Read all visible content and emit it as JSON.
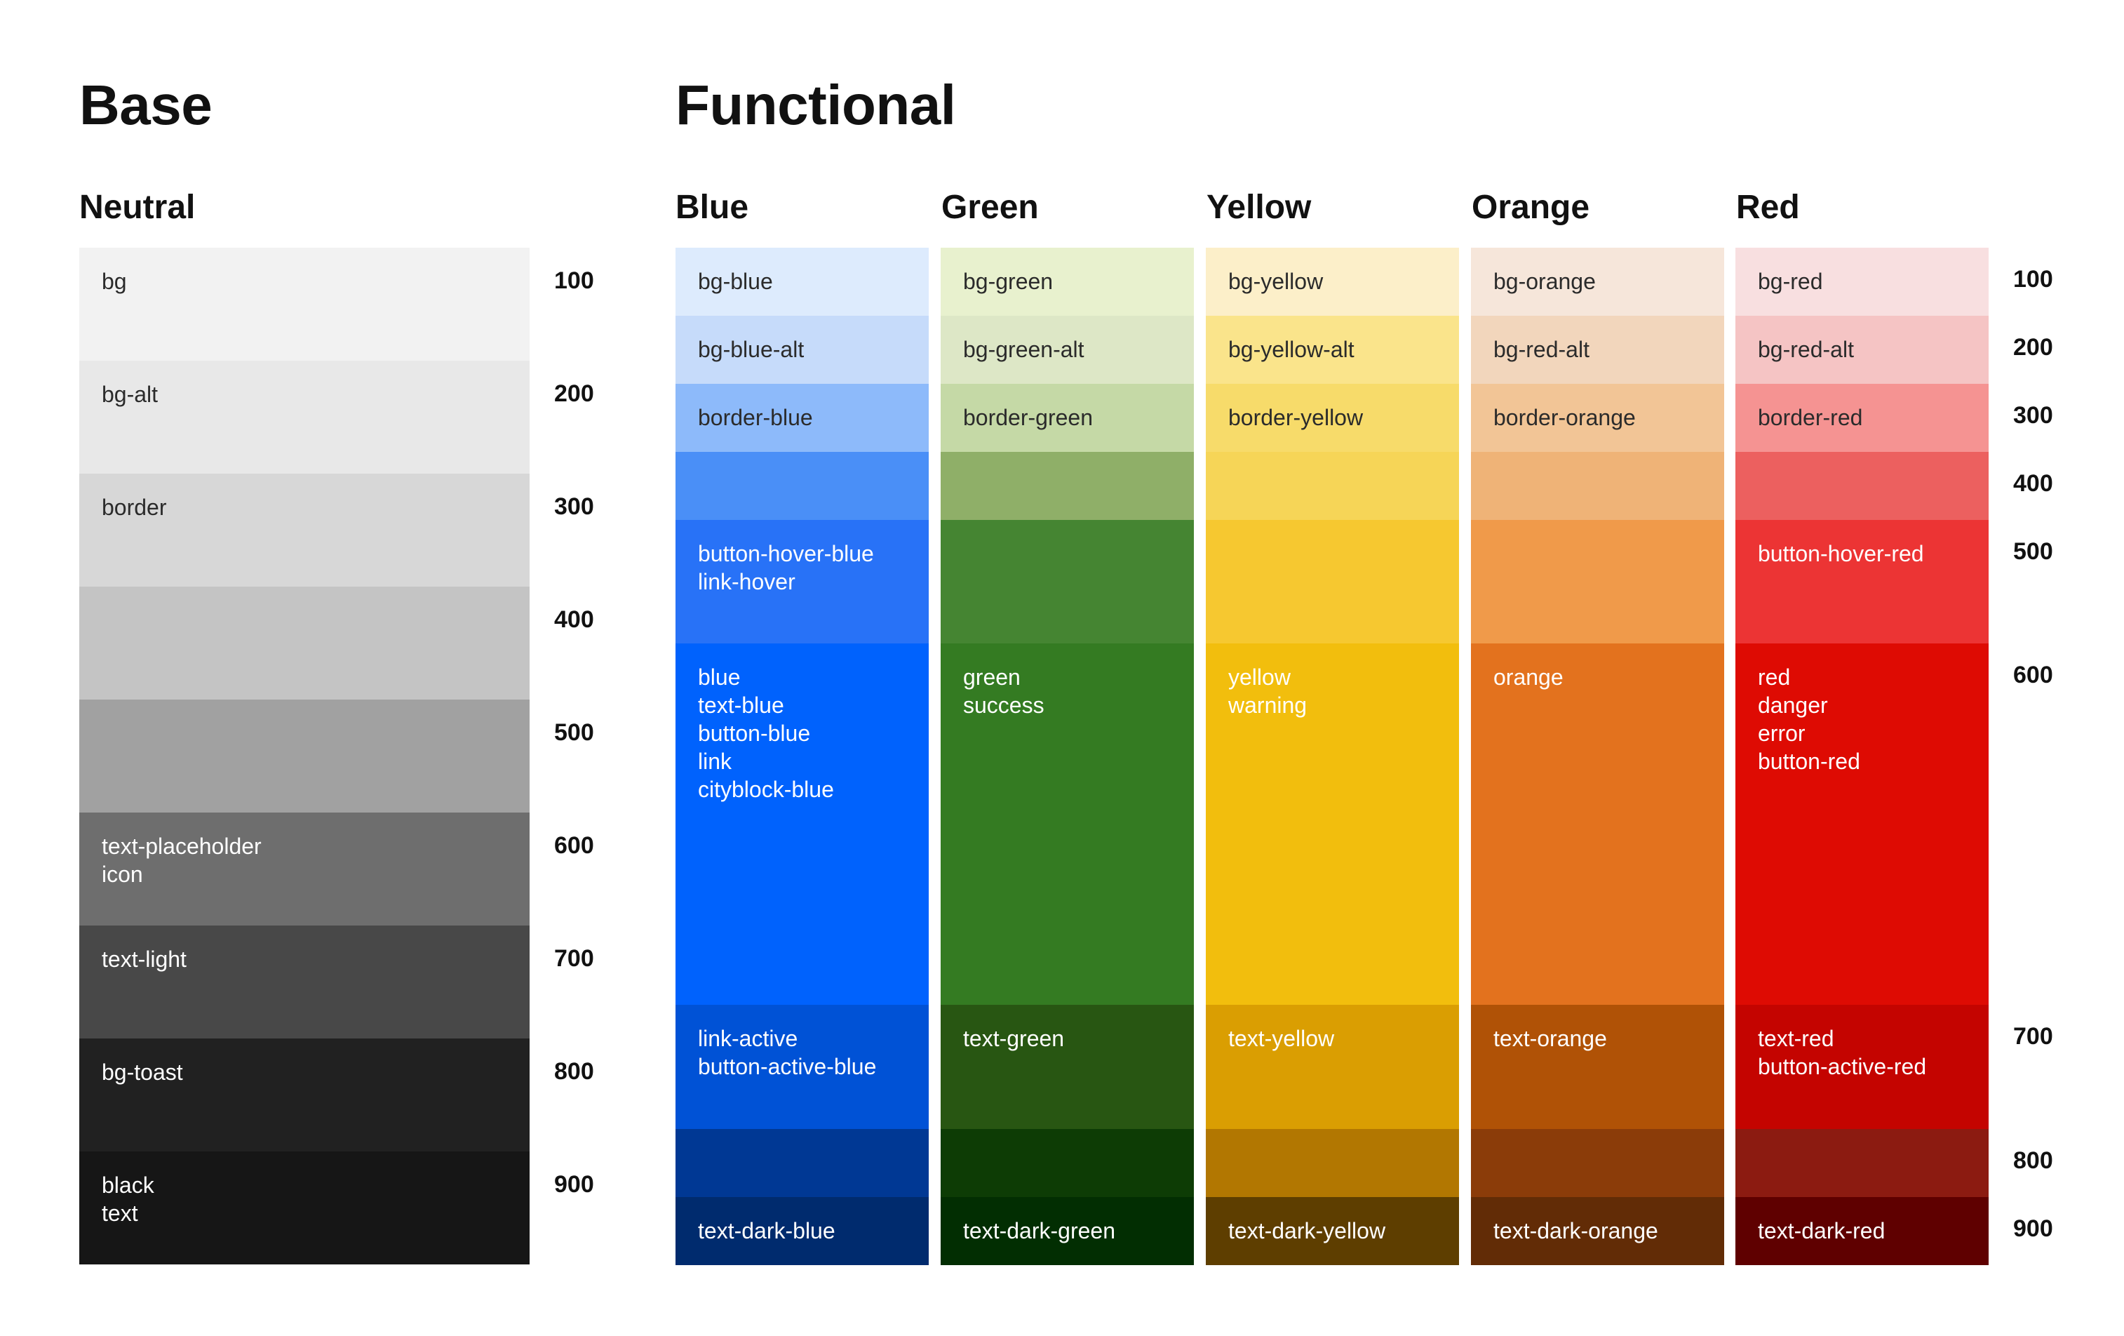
{
  "headings": {
    "base": "Base",
    "functional": "Functional"
  },
  "groups": {
    "neutral": "Neutral",
    "blue": "Blue",
    "green": "Green",
    "yellow": "Yellow",
    "orange": "Orange",
    "red": "Red"
  },
  "neutral": {
    "swatches": [
      {
        "level": "100",
        "label": "bg",
        "color": "#F2F2F2",
        "text": "light"
      },
      {
        "level": "200",
        "label": "bg-alt",
        "color": "#E8E8E8",
        "text": "light"
      },
      {
        "level": "300",
        "label": "border",
        "color": "#D7D7D7",
        "text": "light"
      },
      {
        "level": "400",
        "label": "",
        "color": "#C4C4C4",
        "text": "light"
      },
      {
        "level": "500",
        "label": "",
        "color": "#A1A1A1",
        "text": "light"
      },
      {
        "level": "600",
        "label": "text-placeholder\nicon",
        "color": "#6E6E6E",
        "text": "dark"
      },
      {
        "level": "700",
        "label": "text-light",
        "color": "#484848",
        "text": "dark"
      },
      {
        "level": "800",
        "label": "bg-toast",
        "color": "#212121",
        "text": "dark"
      },
      {
        "level": "900",
        "label": "black\ntext",
        "color": "#161616",
        "text": "dark"
      }
    ]
  },
  "blue": {
    "swatches": [
      {
        "level": "100",
        "label": "bg-blue",
        "color": "#DDEBFD",
        "text": "light"
      },
      {
        "level": "200",
        "label": "bg-blue-alt",
        "color": "#C6DBFA",
        "text": "light"
      },
      {
        "level": "300",
        "label": "border-blue",
        "color": "#8DBAFA",
        "text": "light"
      },
      {
        "level": "400",
        "label": "",
        "color": "#4A8FF7",
        "text": "dark"
      },
      {
        "level": "500",
        "label": "button-hover-blue\nlink-hover",
        "color": "#2872F7",
        "text": "dark"
      },
      {
        "level": "600",
        "label": "blue\ntext-blue\nbutton-blue\nlink\ncityblock-blue",
        "color": "#0062FD",
        "text": "dark"
      },
      {
        "level": "700",
        "label": "link-active\nbutton-active-blue",
        "color": "#0052D6",
        "text": "dark"
      },
      {
        "level": "800",
        "label": "",
        "color": "#003894",
        "text": "dark"
      },
      {
        "level": "900",
        "label": "text-dark-blue",
        "color": "#002B6E",
        "text": "dark"
      }
    ]
  },
  "green": {
    "swatches": [
      {
        "level": "100",
        "label": "bg-green",
        "color": "#E8F1CE",
        "text": "light"
      },
      {
        "level": "200",
        "label": "bg-green-alt",
        "color": "#DDE7C6",
        "text": "light"
      },
      {
        "level": "300",
        "label": "border-green",
        "color": "#C5D9A6",
        "text": "light"
      },
      {
        "level": "400",
        "label": "",
        "color": "#8FAF68",
        "text": "dark"
      },
      {
        "level": "500",
        "label": "",
        "color": "#458532",
        "text": "dark"
      },
      {
        "level": "600",
        "label": "green\nsuccess",
        "color": "#347B22",
        "text": "dark"
      },
      {
        "level": "700",
        "label": "text-green",
        "color": "#285612",
        "text": "dark"
      },
      {
        "level": "800",
        "label": "",
        "color": "#0D3C05",
        "text": "dark"
      },
      {
        "level": "900",
        "label": "text-dark-green",
        "color": "#022E02",
        "text": "dark"
      }
    ]
  },
  "yellow": {
    "swatches": [
      {
        "level": "100",
        "label": "bg-yellow",
        "color": "#FCEFC9",
        "text": "light"
      },
      {
        "level": "200",
        "label": "bg-yellow-alt",
        "color": "#FAE48B",
        "text": "light"
      },
      {
        "level": "300",
        "label": "border-yellow",
        "color": "#F7DB6A",
        "text": "light"
      },
      {
        "level": "400",
        "label": "",
        "color": "#F6D557",
        "text": "dark"
      },
      {
        "level": "500",
        "label": "",
        "color": "#F6C830",
        "text": "dark"
      },
      {
        "level": "600",
        "label": "yellow\nwarning",
        "color": "#F2BE0D",
        "text": "dark"
      },
      {
        "level": "700",
        "label": "text-yellow",
        "color": "#DA9E02",
        "text": "dark"
      },
      {
        "level": "800",
        "label": "",
        "color": "#B27701",
        "text": "dark"
      },
      {
        "level": "900",
        "label": "text-dark-yellow",
        "color": "#5E3E00",
        "text": "dark"
      }
    ]
  },
  "orange": {
    "swatches": [
      {
        "level": "100",
        "label": "bg-orange",
        "color": "#F6E6DA",
        "text": "light"
      },
      {
        "level": "200",
        "label": "bg-red-alt",
        "color": "#F2D6BC",
        "text": "light"
      },
      {
        "level": "300",
        "label": "border-orange",
        "color": "#F2C596",
        "text": "light"
      },
      {
        "level": "400",
        "label": "",
        "color": "#EFB377",
        "text": "dark"
      },
      {
        "level": "500",
        "label": "",
        "color": "#F09A4A",
        "text": "dark"
      },
      {
        "level": "600",
        "label": "orange",
        "color": "#E3721E",
        "text": "dark"
      },
      {
        "level": "700",
        "label": "text-orange",
        "color": "#B05206",
        "text": "dark"
      },
      {
        "level": "800",
        "label": "",
        "color": "#8B3C09",
        "text": "dark"
      },
      {
        "level": "900",
        "label": "text-dark-orange",
        "color": "#622C06",
        "text": "dark"
      }
    ]
  },
  "red": {
    "swatches": [
      {
        "level": "100",
        "label": "bg-red",
        "color": "#F8DFE0",
        "text": "light"
      },
      {
        "level": "200",
        "label": "bg-red-alt",
        "color": "#F5C4C4",
        "text": "light"
      },
      {
        "level": "300",
        "label": "border-red",
        "color": "#F59392",
        "text": "light"
      },
      {
        "level": "400",
        "label": "",
        "color": "#EC605F",
        "text": "dark"
      },
      {
        "level": "500",
        "label": "button-hover-red",
        "color": "#EC3434",
        "text": "dark"
      },
      {
        "level": "600",
        "label": "red\ndanger\nerror\nbutton-red",
        "color": "#DE0B03",
        "text": "dark"
      },
      {
        "level": "700",
        "label": "text-red\nbutton-active-red",
        "color": "#C40400",
        "text": "dark"
      },
      {
        "level": "800",
        "label": "",
        "color": "#8C1B11",
        "text": "dark"
      },
      {
        "level": "900",
        "label": "text-dark-red",
        "color": "#5F0000",
        "text": "dark"
      }
    ]
  }
}
